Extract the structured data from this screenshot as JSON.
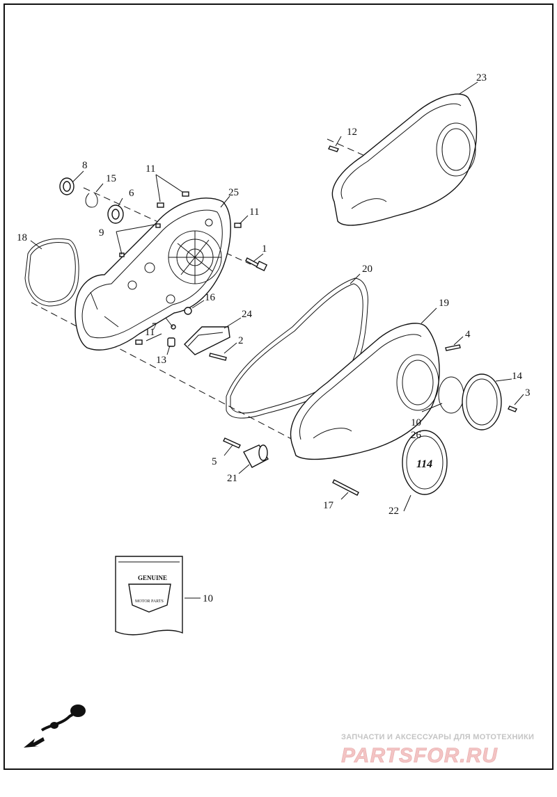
{
  "labels": {
    "l1": "1",
    "l2": "2",
    "l3": "3",
    "l4": "4",
    "l5": "5",
    "l6": "6",
    "l7": "7",
    "l8": "8",
    "l9": "9",
    "l10a": "10",
    "l10b": "10",
    "l11a": "11",
    "l11b": "11",
    "l11c": "11",
    "l12": "12",
    "l13": "13",
    "l14": "14",
    "l15": "15",
    "l16": "16",
    "l17": "17",
    "l18": "18",
    "l19": "19",
    "l20": "20",
    "l21": "21",
    "l22": "22",
    "l23": "23",
    "l24": "24",
    "l25": "25",
    "l26": "26"
  },
  "badge": {
    "number": "114"
  },
  "manual_box": {
    "logo_top": "GENUINE",
    "logo_bottom": "MOTOR PARTS"
  },
  "watermark": {
    "line1": "ЗАПЧАСТИ И АКСЕССУАРЫ ДЛЯ МОТОТЕХНИКИ",
    "line2": "PARTSFOR.RU"
  }
}
